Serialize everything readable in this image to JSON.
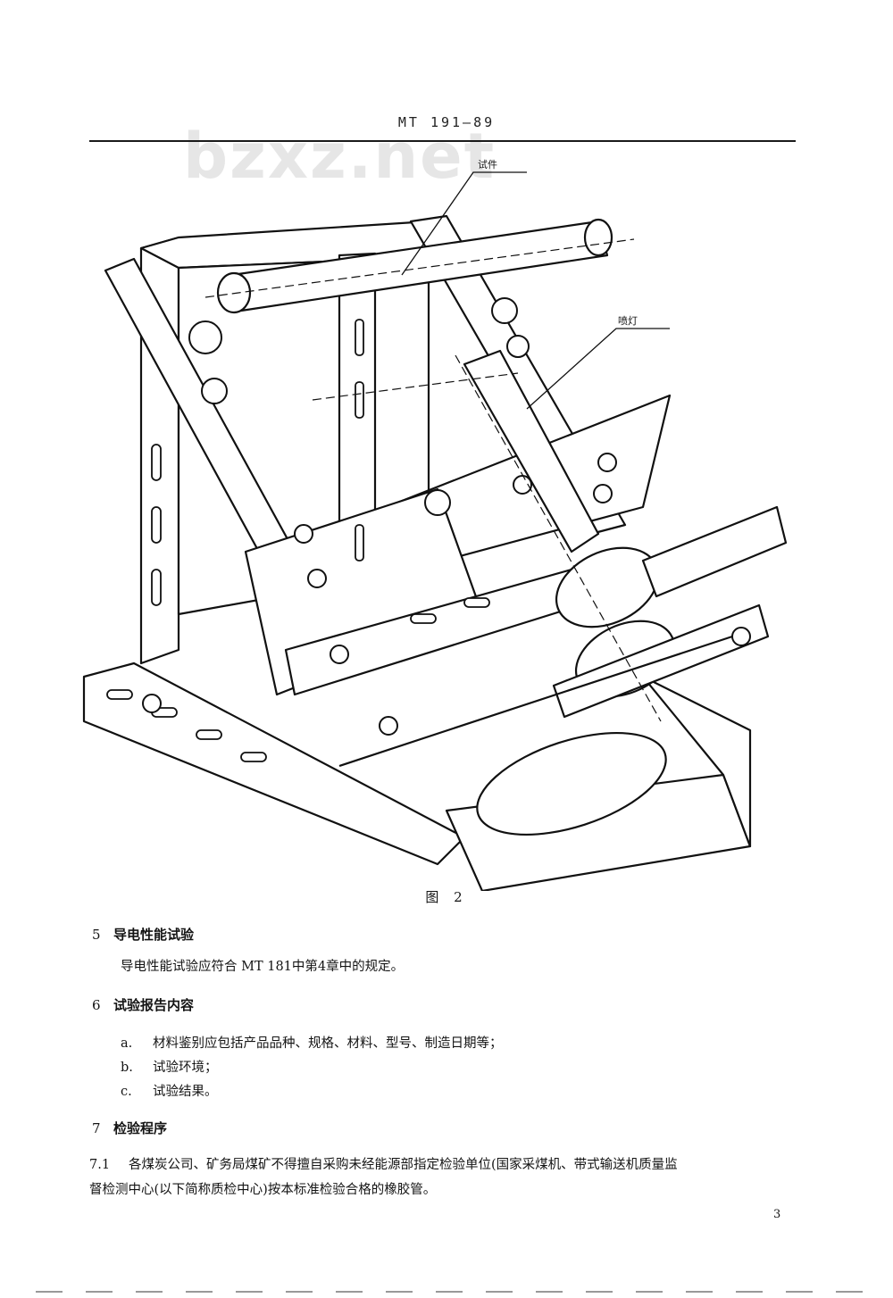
{
  "header": {
    "title": "MT 191—89"
  },
  "watermark": {
    "text": "bzxz.net"
  },
  "figure": {
    "label_specimen": "试件",
    "label_torch": "喷灯",
    "caption": "图 2"
  },
  "sections": {
    "s5": {
      "number": "5",
      "title": "导电性能试验",
      "body": "导电性能试验应符合 MT 181中第4章中的规定。"
    },
    "s6": {
      "number": "6",
      "title": "试验报告内容",
      "items": [
        {
          "mark": "a.",
          "text": "材料鉴别应包括产品品种、规格、材料、型号、制造日期等；"
        },
        {
          "mark": "b.",
          "text": "试验环境；"
        },
        {
          "mark": "c.",
          "text": "试验结果。"
        }
      ]
    },
    "s7": {
      "number": "7",
      "title": "检验程序",
      "clause_number": "7.1",
      "clause_line1": "各煤炭公司、矿务局煤矿不得擅自采购未经能源部指定检验单位(国家采煤机、带式输送机质量监",
      "clause_line2": "督检测中心(以下简称质检中心)按本标准检验合格的橡胶管。"
    }
  },
  "page_number": "3"
}
